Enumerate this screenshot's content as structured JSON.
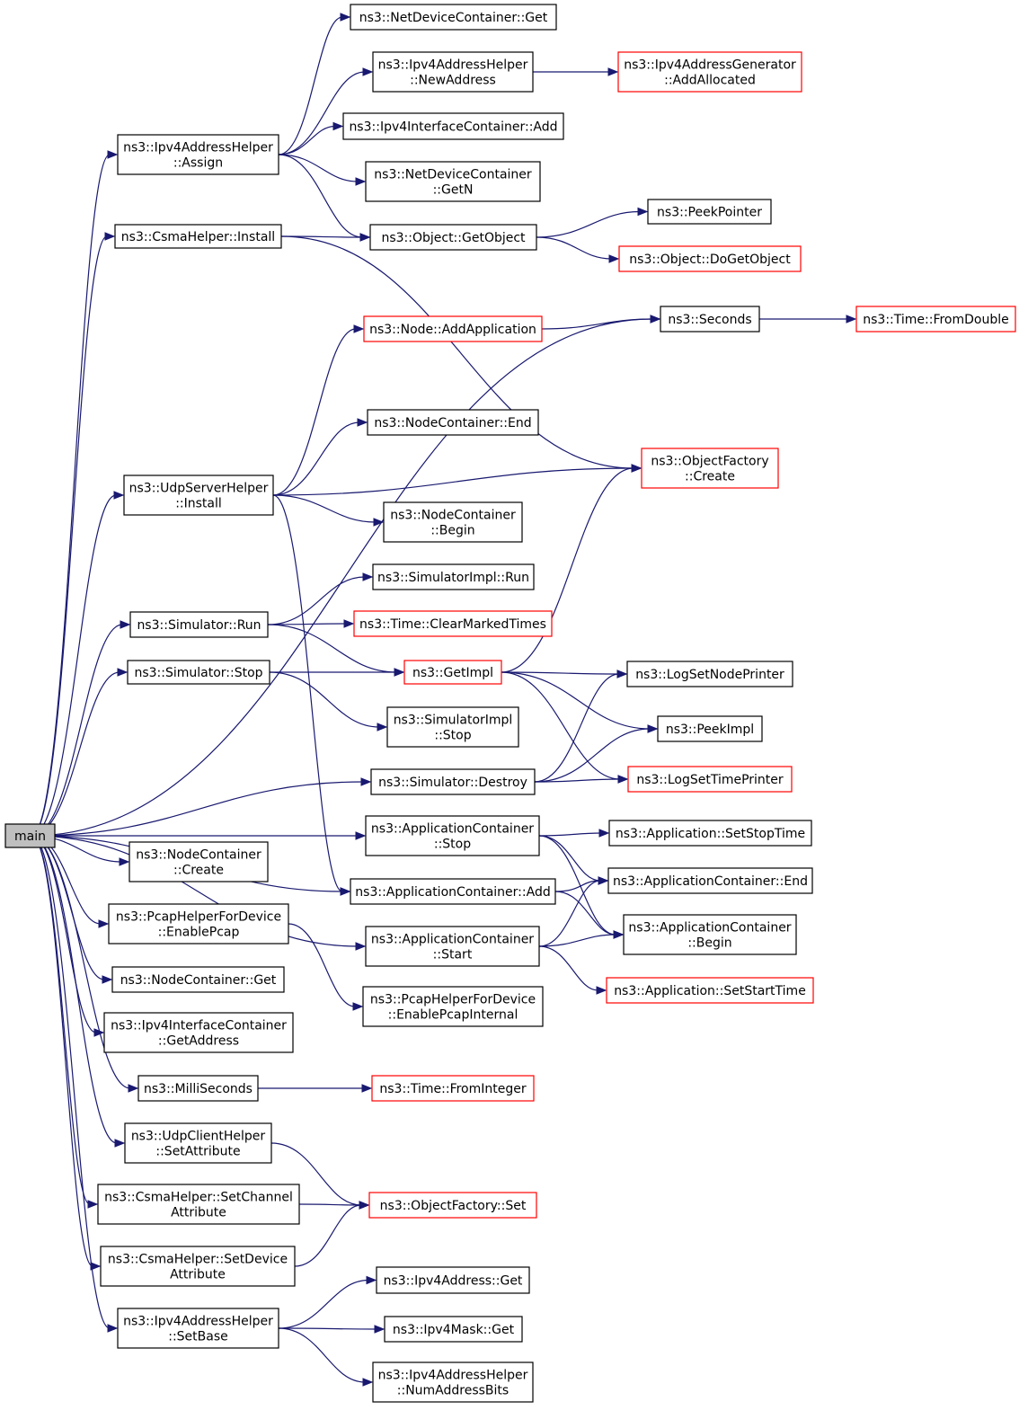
{
  "diagram": {
    "nodes": [
      {
        "id": "main",
        "lines": [
          "main"
        ],
        "style": "root"
      },
      {
        "id": "ndc_get",
        "lines": [
          "ns3::NetDeviceContainer::Get"
        ],
        "style": "black"
      },
      {
        "id": "iah_newaddr",
        "lines": [
          "ns3::Ipv4AddressHelper",
          "::NewAddress"
        ],
        "style": "black"
      },
      {
        "id": "iag_addalloc",
        "lines": [
          "ns3::Ipv4AddressGenerator",
          "::AddAllocated"
        ],
        "style": "red"
      },
      {
        "id": "iah_assign",
        "lines": [
          "ns3::Ipv4AddressHelper",
          "::Assign"
        ],
        "style": "black"
      },
      {
        "id": "iic_add",
        "lines": [
          "ns3::Ipv4InterfaceContainer::Add"
        ],
        "style": "black"
      },
      {
        "id": "ndc_getn",
        "lines": [
          "ns3::NetDeviceContainer",
          "::GetN"
        ],
        "style": "black"
      },
      {
        "id": "csma_install",
        "lines": [
          "ns3::CsmaHelper::Install"
        ],
        "style": "black"
      },
      {
        "id": "obj_getobject",
        "lines": [
          "ns3::Object::GetObject"
        ],
        "style": "black"
      },
      {
        "id": "peekpointer",
        "lines": [
          "ns3::PeekPointer"
        ],
        "style": "black"
      },
      {
        "id": "obj_dogetobject",
        "lines": [
          "ns3::Object::DoGetObject"
        ],
        "style": "red"
      },
      {
        "id": "node_addapp",
        "lines": [
          "ns3::Node::AddApplication"
        ],
        "style": "red"
      },
      {
        "id": "seconds",
        "lines": [
          "ns3::Seconds"
        ],
        "style": "black"
      },
      {
        "id": "time_fromdouble",
        "lines": [
          "ns3::Time::FromDouble"
        ],
        "style": "red"
      },
      {
        "id": "nc_end",
        "lines": [
          "ns3::NodeContainer::End"
        ],
        "style": "black"
      },
      {
        "id": "of_create",
        "lines": [
          "ns3::ObjectFactory",
          "::Create"
        ],
        "style": "red"
      },
      {
        "id": "usrv_install",
        "lines": [
          "ns3::UdpServerHelper",
          "::Install"
        ],
        "style": "black"
      },
      {
        "id": "nc_begin",
        "lines": [
          "ns3::NodeContainer",
          "::Begin"
        ],
        "style": "black"
      },
      {
        "id": "simimpl_run",
        "lines": [
          "ns3::SimulatorImpl::Run"
        ],
        "style": "black"
      },
      {
        "id": "sim_run",
        "lines": [
          "ns3::Simulator::Run"
        ],
        "style": "black"
      },
      {
        "id": "time_clearmarked",
        "lines": [
          "ns3::Time::ClearMarkedTimes"
        ],
        "style": "red"
      },
      {
        "id": "sim_stop",
        "lines": [
          "ns3::Simulator::Stop"
        ],
        "style": "black"
      },
      {
        "id": "getimpl",
        "lines": [
          "ns3::GetImpl"
        ],
        "style": "red"
      },
      {
        "id": "logsetnodeprinter",
        "lines": [
          "ns3::LogSetNodePrinter"
        ],
        "style": "black"
      },
      {
        "id": "simimpl_stop",
        "lines": [
          "ns3::SimulatorImpl",
          "::Stop"
        ],
        "style": "black"
      },
      {
        "id": "peekimpl",
        "lines": [
          "ns3::PeekImpl"
        ],
        "style": "black"
      },
      {
        "id": "sim_destroy",
        "lines": [
          "ns3::Simulator::Destroy"
        ],
        "style": "black"
      },
      {
        "id": "logsettimeprinter",
        "lines": [
          "ns3::LogSetTimePrinter"
        ],
        "style": "red"
      },
      {
        "id": "appc_stop",
        "lines": [
          "ns3::ApplicationContainer",
          "::Stop"
        ],
        "style": "black"
      },
      {
        "id": "app_setstoptime",
        "lines": [
          "ns3::Application::SetStopTime"
        ],
        "style": "black"
      },
      {
        "id": "nc_create",
        "lines": [
          "ns3::NodeContainer",
          "::Create"
        ],
        "style": "black"
      },
      {
        "id": "appc_end",
        "lines": [
          "ns3::ApplicationContainer::End"
        ],
        "style": "black"
      },
      {
        "id": "appc_add",
        "lines": [
          "ns3::ApplicationContainer::Add"
        ],
        "style": "black"
      },
      {
        "id": "pcap_enable",
        "lines": [
          "ns3::PcapHelperForDevice",
          "::EnablePcap"
        ],
        "style": "black"
      },
      {
        "id": "appc_begin",
        "lines": [
          "ns3::ApplicationContainer",
          "::Begin"
        ],
        "style": "black"
      },
      {
        "id": "appc_start",
        "lines": [
          "ns3::ApplicationContainer",
          "::Start"
        ],
        "style": "black"
      },
      {
        "id": "nc_get",
        "lines": [
          "ns3::NodeContainer::Get"
        ],
        "style": "black"
      },
      {
        "id": "app_setstarttime",
        "lines": [
          "ns3::Application::SetStartTime"
        ],
        "style": "red"
      },
      {
        "id": "pcap_enableinternal",
        "lines": [
          "ns3::PcapHelperForDevice",
          "::EnablePcapInternal"
        ],
        "style": "black"
      },
      {
        "id": "iic_getaddress",
        "lines": [
          "ns3::Ipv4InterfaceContainer",
          "::GetAddress"
        ],
        "style": "black"
      },
      {
        "id": "milliseconds",
        "lines": [
          "ns3::MilliSeconds"
        ],
        "style": "black"
      },
      {
        "id": "time_frominteger",
        "lines": [
          "ns3::Time::FromInteger"
        ],
        "style": "red"
      },
      {
        "id": "ucl_setattr",
        "lines": [
          "ns3::UdpClientHelper",
          "::SetAttribute"
        ],
        "style": "black"
      },
      {
        "id": "csma_setchannelattr",
        "lines": [
          "ns3::CsmaHelper::SetChannel",
          "Attribute"
        ],
        "style": "black"
      },
      {
        "id": "of_set",
        "lines": [
          "ns3::ObjectFactory::Set"
        ],
        "style": "red"
      },
      {
        "id": "csma_setdeviceattr",
        "lines": [
          "ns3::CsmaHelper::SetDevice",
          "Attribute"
        ],
        "style": "black"
      },
      {
        "id": "ipv4addr_get",
        "lines": [
          "ns3::Ipv4Address::Get"
        ],
        "style": "black"
      },
      {
        "id": "iah_setbase",
        "lines": [
          "ns3::Ipv4AddressHelper",
          "::SetBase"
        ],
        "style": "black"
      },
      {
        "id": "ipv4mask_get",
        "lines": [
          "ns3::Ipv4Mask::Get"
        ],
        "style": "black"
      },
      {
        "id": "iah_numaddrbits",
        "lines": [
          "ns3::Ipv4AddressHelper",
          "::NumAddressBits"
        ],
        "style": "black"
      }
    ],
    "edges": [
      [
        "main",
        "iah_assign"
      ],
      [
        "main",
        "csma_install"
      ],
      [
        "main",
        "seconds"
      ],
      [
        "main",
        "usrv_install"
      ],
      [
        "main",
        "sim_run"
      ],
      [
        "main",
        "sim_stop"
      ],
      [
        "main",
        "sim_destroy"
      ],
      [
        "main",
        "appc_stop"
      ],
      [
        "main",
        "appc_add"
      ],
      [
        "main",
        "appc_start"
      ],
      [
        "main",
        "nc_create"
      ],
      [
        "main",
        "pcap_enable"
      ],
      [
        "main",
        "nc_get"
      ],
      [
        "main",
        "iic_getaddress"
      ],
      [
        "main",
        "milliseconds"
      ],
      [
        "main",
        "ucl_setattr"
      ],
      [
        "main",
        "csma_setchannelattr"
      ],
      [
        "main",
        "csma_setdeviceattr"
      ],
      [
        "main",
        "iah_setbase"
      ],
      [
        "iah_assign",
        "ndc_get"
      ],
      [
        "iah_assign",
        "iah_newaddr"
      ],
      [
        "iah_assign",
        "iic_add"
      ],
      [
        "iah_assign",
        "ndc_getn"
      ],
      [
        "iah_assign",
        "obj_getobject"
      ],
      [
        "iah_newaddr",
        "iag_addalloc"
      ],
      [
        "csma_install",
        "obj_getobject"
      ],
      [
        "csma_install",
        "of_create"
      ],
      [
        "obj_getobject",
        "peekpointer"
      ],
      [
        "obj_getobject",
        "obj_dogetobject"
      ],
      [
        "node_addapp",
        "seconds"
      ],
      [
        "seconds",
        "time_fromdouble"
      ],
      [
        "usrv_install",
        "node_addapp"
      ],
      [
        "usrv_install",
        "nc_end"
      ],
      [
        "usrv_install",
        "of_create"
      ],
      [
        "usrv_install",
        "nc_begin"
      ],
      [
        "usrv_install",
        "appc_add"
      ],
      [
        "sim_run",
        "simimpl_run"
      ],
      [
        "sim_run",
        "time_clearmarked"
      ],
      [
        "sim_run",
        "getimpl"
      ],
      [
        "sim_stop",
        "getimpl"
      ],
      [
        "sim_stop",
        "simimpl_stop"
      ],
      [
        "getimpl",
        "of_create"
      ],
      [
        "getimpl",
        "logsetnodeprinter"
      ],
      [
        "getimpl",
        "peekimpl"
      ],
      [
        "getimpl",
        "logsettimeprinter"
      ],
      [
        "sim_destroy",
        "logsetnodeprinter"
      ],
      [
        "sim_destroy",
        "peekimpl"
      ],
      [
        "sim_destroy",
        "logsettimeprinter"
      ],
      [
        "appc_stop",
        "app_setstoptime"
      ],
      [
        "appc_stop",
        "appc_end"
      ],
      [
        "appc_stop",
        "appc_begin"
      ],
      [
        "appc_add",
        "appc_end"
      ],
      [
        "appc_add",
        "appc_begin"
      ],
      [
        "appc_start",
        "appc_end"
      ],
      [
        "appc_start",
        "appc_begin"
      ],
      [
        "appc_start",
        "app_setstarttime"
      ],
      [
        "pcap_enable",
        "pcap_enableinternal"
      ],
      [
        "milliseconds",
        "time_frominteger"
      ],
      [
        "ucl_setattr",
        "of_set"
      ],
      [
        "csma_setchannelattr",
        "of_set"
      ],
      [
        "csma_setdeviceattr",
        "of_set"
      ],
      [
        "iah_setbase",
        "ipv4addr_get"
      ],
      [
        "iah_setbase",
        "ipv4mask_get"
      ],
      [
        "iah_setbase",
        "iah_numaddrbits"
      ]
    ],
    "colors": {
      "edge": "#191970",
      "red_border": "#ff0000",
      "root_fill": "#bfbfbf"
    }
  }
}
